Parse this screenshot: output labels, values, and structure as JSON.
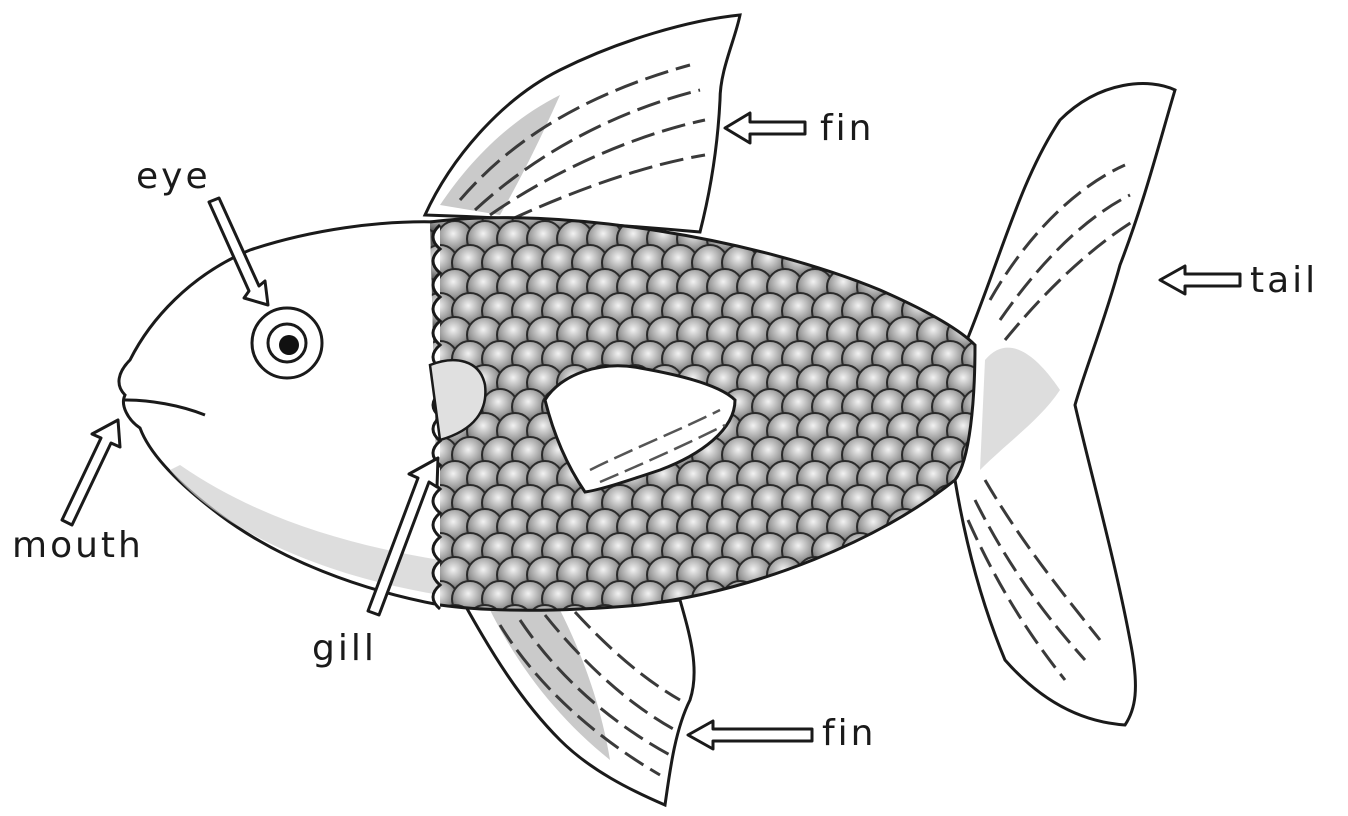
{
  "labels": {
    "eye": "eye",
    "fin_top": "fin",
    "tail": "tail",
    "mouth": "mouth",
    "gill": "gill",
    "fin_bottom": "fin"
  },
  "colors": {
    "ink": "#1a1a1a",
    "scale_fill": "#6b6b6b",
    "scale_stroke": "#2a2a2a",
    "shade": "#bdbdbd",
    "body": "#ffffff"
  }
}
